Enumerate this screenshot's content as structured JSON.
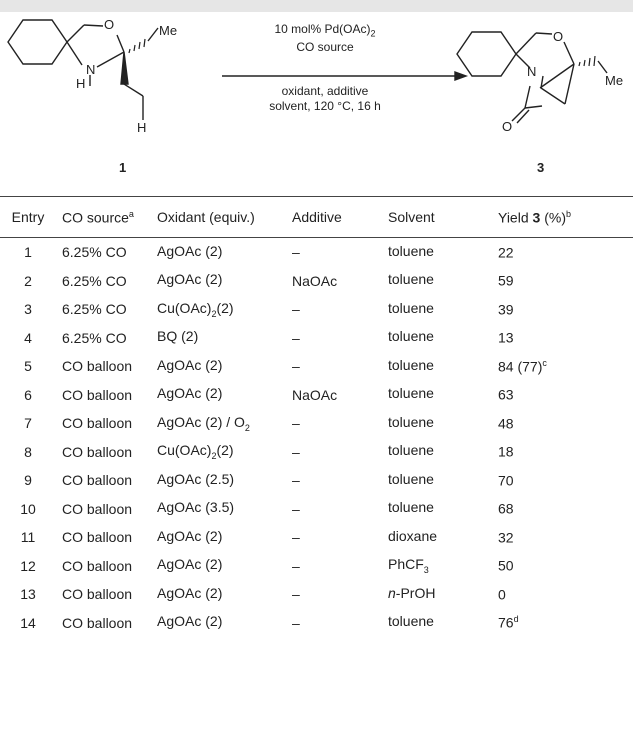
{
  "scheme": {
    "me_left": "Me",
    "n_left": "N",
    "h_left": "H",
    "o_left": "O",
    "h_bottom": "H",
    "cond_above_1": "10 mol% Pd(OAc)",
    "cond_above_1_sub": "2",
    "cond_above_2": "CO source",
    "cond_below_1": "oxidant, additive",
    "cond_below_2": "solvent, 120 °C, 16 h",
    "o_right": "O",
    "n_right": "N",
    "me_right": "Me",
    "o_carbonyl": "O",
    "compound_left": "1",
    "compound_right": "3"
  },
  "table": {
    "headers": {
      "entry": "Entry",
      "co_source": "CO source",
      "co_source_sup": "a",
      "oxidant": "Oxidant (equiv.)",
      "additive": "Additive",
      "solvent": "Solvent",
      "yield_pre": "Yield ",
      "yield_bold": "3",
      "yield_post": " (%)",
      "yield_sup": "b"
    },
    "rows": [
      {
        "entry": "1",
        "co": "6.25% CO",
        "ox": "AgOAc (2)",
        "ox_sub": "",
        "ox_post": "",
        "add": "–",
        "sol": "toluene",
        "sol_italic": "",
        "sol_sub": "",
        "yield": "22",
        "yield_sup": ""
      },
      {
        "entry": "2",
        "co": "6.25% CO",
        "ox": "AgOAc (2)",
        "ox_sub": "",
        "ox_post": "",
        "add": "NaOAc",
        "sol": "toluene",
        "sol_italic": "",
        "sol_sub": "",
        "yield": "59",
        "yield_sup": ""
      },
      {
        "entry": "3",
        "co": "6.25% CO",
        "ox": "Cu(OAc)",
        "ox_sub": "2",
        "ox_post": "(2)",
        "add": "–",
        "sol": "toluene",
        "sol_italic": "",
        "sol_sub": "",
        "yield": "39",
        "yield_sup": ""
      },
      {
        "entry": "4",
        "co": "6.25% CO",
        "ox": "BQ (2)",
        "ox_sub": "",
        "ox_post": "",
        "add": "–",
        "sol": "toluene",
        "sol_italic": "",
        "sol_sub": "",
        "yield": "13",
        "yield_sup": ""
      },
      {
        "entry": "5",
        "co": "CO balloon",
        "ox": "AgOAc (2)",
        "ox_sub": "",
        "ox_post": "",
        "add": "–",
        "sol": "toluene",
        "sol_italic": "",
        "sol_sub": "",
        "yield": "84 (77)",
        "yield_sup": "c"
      },
      {
        "entry": "6",
        "co": "CO balloon",
        "ox": "AgOAc (2)",
        "ox_sub": "",
        "ox_post": "",
        "add": "NaOAc",
        "sol": "toluene",
        "sol_italic": "",
        "sol_sub": "",
        "yield": "63",
        "yield_sup": ""
      },
      {
        "entry": "7",
        "co": "CO balloon",
        "ox": "AgOAc (2) / O",
        "ox_sub": "2",
        "ox_post": "",
        "add": "–",
        "sol": "toluene",
        "sol_italic": "",
        "sol_sub": "",
        "yield": "48",
        "yield_sup": ""
      },
      {
        "entry": "8",
        "co": "CO balloon",
        "ox": "Cu(OAc)",
        "ox_sub": "2",
        "ox_post": "(2)",
        "add": "–",
        "sol": "toluene",
        "sol_italic": "",
        "sol_sub": "",
        "yield": "18",
        "yield_sup": ""
      },
      {
        "entry": "9",
        "co": "CO balloon",
        "ox": "AgOAc (2.5)",
        "ox_sub": "",
        "ox_post": "",
        "add": "–",
        "sol": "toluene",
        "sol_italic": "",
        "sol_sub": "",
        "yield": "70",
        "yield_sup": ""
      },
      {
        "entry": "10",
        "co": "CO balloon",
        "ox": "AgOAc (3.5)",
        "ox_sub": "",
        "ox_post": "",
        "add": "–",
        "sol": "toluene",
        "sol_italic": "",
        "sol_sub": "",
        "yield": "68",
        "yield_sup": ""
      },
      {
        "entry": "11",
        "co": "CO balloon",
        "ox": "AgOAc (2)",
        "ox_sub": "",
        "ox_post": "",
        "add": "–",
        "sol": "dioxane",
        "sol_italic": "",
        "sol_sub": "",
        "yield": "32",
        "yield_sup": ""
      },
      {
        "entry": "12",
        "co": "CO balloon",
        "ox": "AgOAc (2)",
        "ox_sub": "",
        "ox_post": "",
        "add": "–",
        "sol": "PhCF",
        "sol_italic": "",
        "sol_sub": "3",
        "yield": "50",
        "yield_sup": ""
      },
      {
        "entry": "13",
        "co": "CO balloon",
        "ox": "AgOAc (2)",
        "ox_sub": "",
        "ox_post": "",
        "add": "–",
        "sol": "-PrOH",
        "sol_italic": "n",
        "sol_sub": "",
        "yield": "0",
        "yield_sup": ""
      },
      {
        "entry": "14",
        "co": "CO balloon",
        "ox": "AgOAc (2)",
        "ox_sub": "",
        "ox_post": "",
        "add": "–",
        "sol": "toluene",
        "sol_italic": "",
        "sol_sub": "",
        "yield": "76",
        "yield_sup": "d"
      }
    ]
  }
}
